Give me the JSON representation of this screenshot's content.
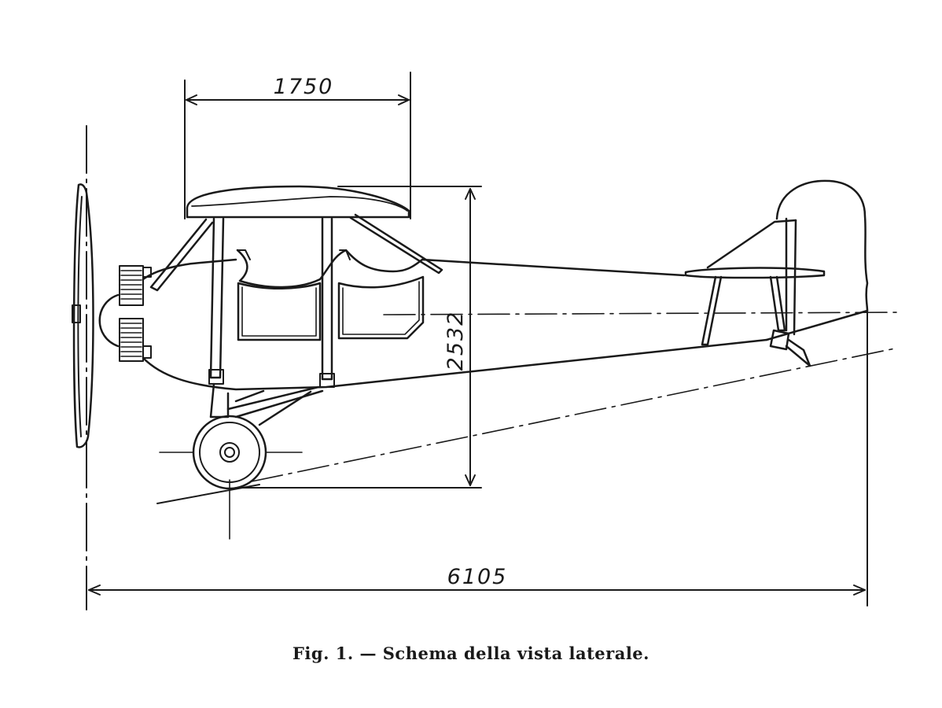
{
  "dimensions": {
    "wing_chord": "1750",
    "height": "2532",
    "length": "6105"
  },
  "caption": "Fig. 1. — Schema della vista laterale."
}
